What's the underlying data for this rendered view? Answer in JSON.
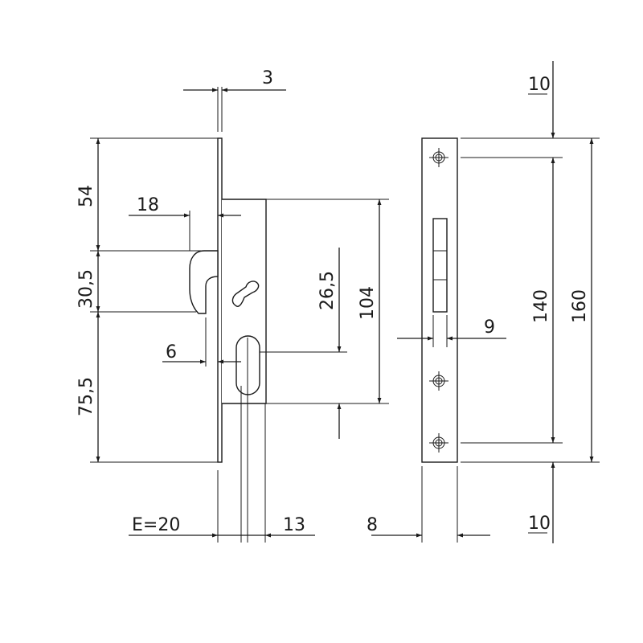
{
  "dimensions": {
    "faceplate_thickness": "3",
    "forend_width": "18",
    "top_offset": "54",
    "hook_height": "30,5",
    "bottom_offset": "75,5",
    "hook_depth": "6",
    "key_to_cylinder": "26,5",
    "case_height": "104",
    "backset": "E=20",
    "cylinder_dim": "13",
    "plate_width_front": "9",
    "plate_width_side": "8",
    "screw_pitch": "140",
    "plate_length": "160",
    "top_margin": "10",
    "bottom_margin": "10"
  }
}
